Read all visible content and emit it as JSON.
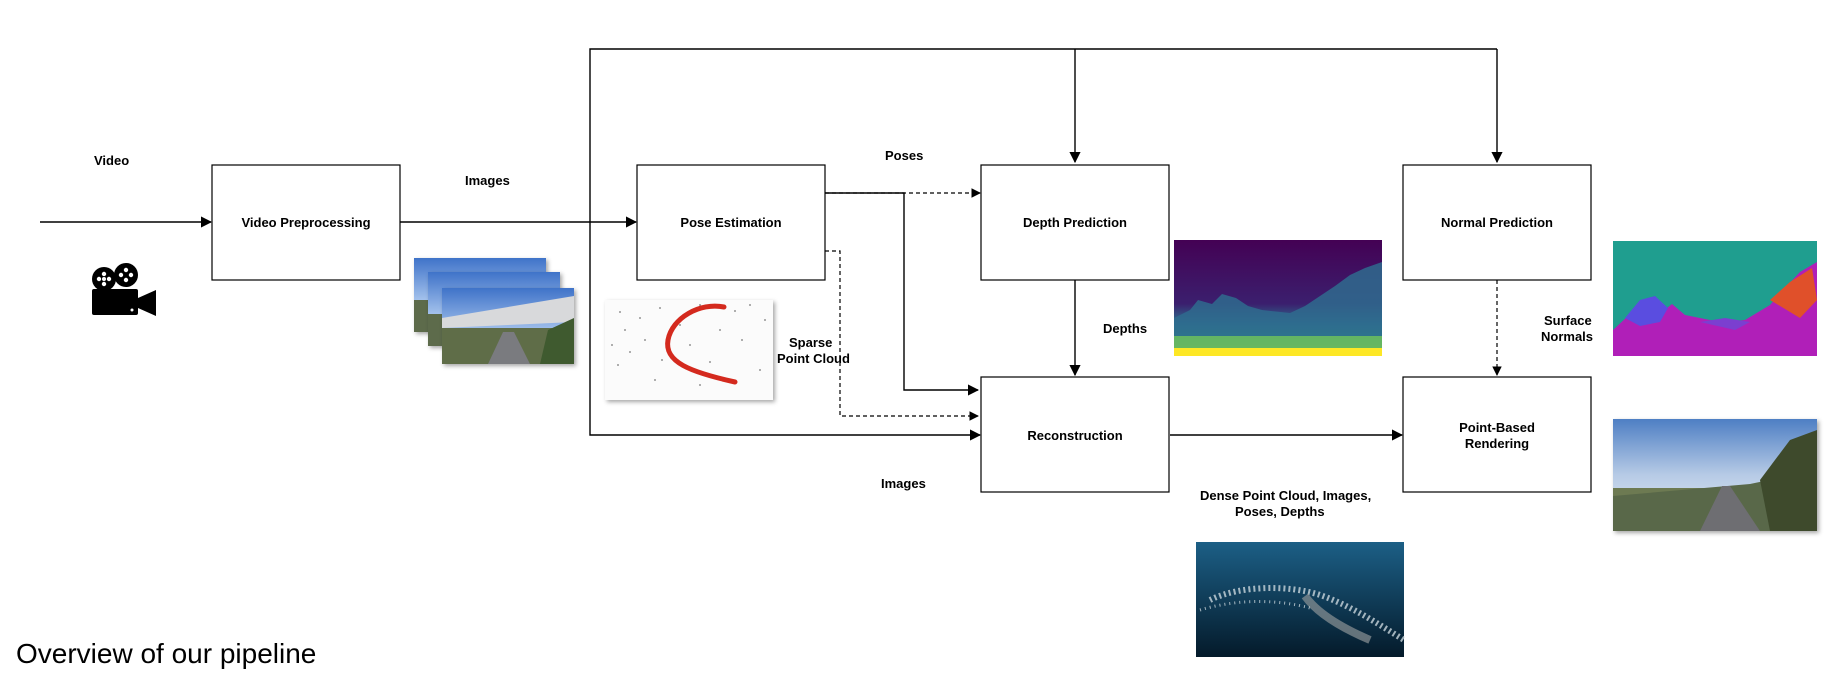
{
  "nodes": {
    "video_preprocessing": "Video Preprocessing",
    "pose_estimation": "Pose Estimation",
    "depth_prediction": "Depth Prediction",
    "normal_prediction": "Normal Prediction",
    "reconstruction": "Reconstruction",
    "point_based_rendering_line1": "Point-Based",
    "point_based_rendering_line2": "Rendering"
  },
  "edge_labels": {
    "video": "Video",
    "images_1": "Images",
    "poses": "Poses",
    "sparse_point_cloud_line1": "Sparse",
    "sparse_point_cloud_line2": "Point Cloud",
    "depths": "Depths",
    "surface_normals_line1": "Surface",
    "surface_normals_line2": "Normals",
    "images_2": "Images",
    "dense_line1": "Dense Point Cloud, Images,",
    "dense_line2": "Poses, Depths"
  },
  "caption": "Overview of our pipeline",
  "colors": {
    "depth_top": "#440154",
    "depth_mid": "#21918c",
    "depth_bottom": "#fde725",
    "normal_bg": "#1f9e8f",
    "normal_fg": "#b01fb8",
    "trajectory": "#d42a1e",
    "sky": "#5b8fd6",
    "road": "#6e6e72",
    "pointcloud_bg": "#0b3550"
  }
}
